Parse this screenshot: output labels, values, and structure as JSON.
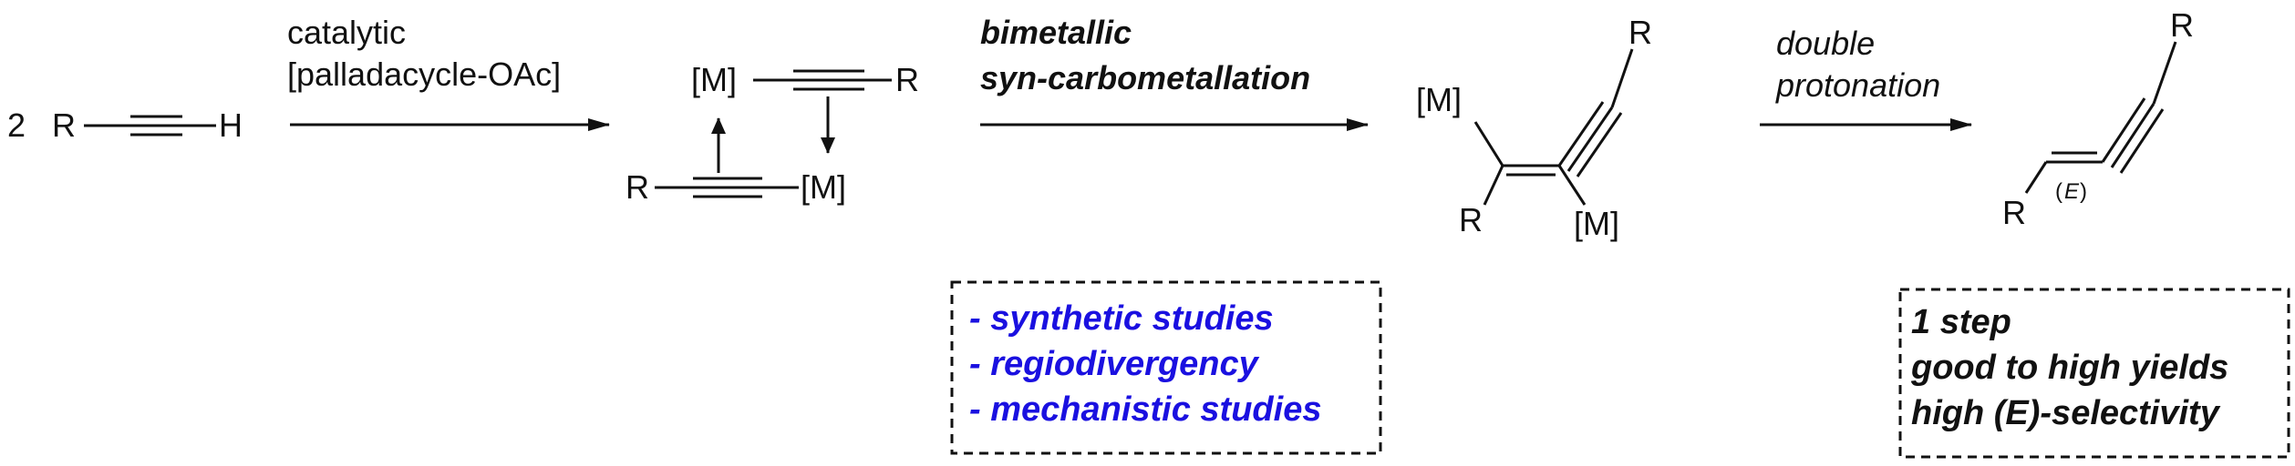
{
  "reactant": {
    "coefficient": "2",
    "r": "R",
    "h": "H"
  },
  "step1": {
    "line1": "catalytic",
    "line2": "[palladacycle-OAc]"
  },
  "intermediate": {
    "metal_top": "[M]",
    "r_top": "R",
    "r_bottom": "R",
    "metal_bottom": "[M]"
  },
  "step2": {
    "line1": "bimetallic",
    "line2": "syn-carbometallation"
  },
  "studies": {
    "items": [
      "- synthetic studies",
      "- regiodivergency",
      "- mechanistic studies"
    ],
    "color": "#1a10e0"
  },
  "enyne_metal": {
    "metal_top": "[M]",
    "r_top": "R",
    "r_left": "R",
    "metal_bottom": "[M]"
  },
  "step3": {
    "line1": "double",
    "line2": "protonation"
  },
  "product": {
    "r_top": "R",
    "r_bottom": "R",
    "stereo_open": "(",
    "stereo_e": "E",
    "stereo_close": ")"
  },
  "outcome": {
    "items": [
      "1 step",
      "good to high yields",
      "high (E)-selectivity"
    ]
  }
}
